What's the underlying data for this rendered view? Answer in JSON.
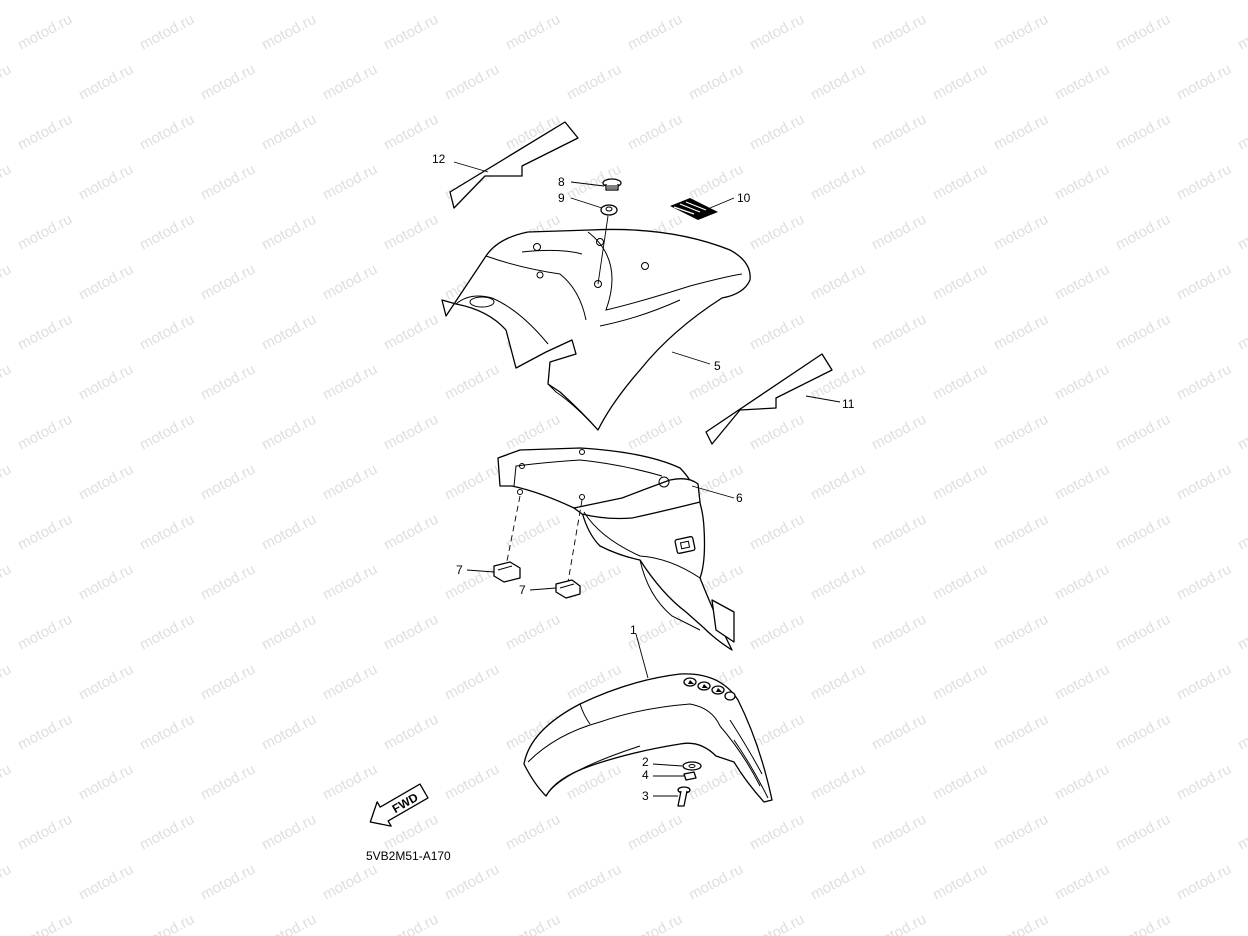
{
  "diagram": {
    "code": "5VB2M51-A170",
    "watermark": "motod.ru",
    "direction_label": "FWD",
    "callouts": [
      "1",
      "2",
      "3",
      "4",
      "5",
      "6",
      "7",
      "7",
      "8",
      "9",
      "10",
      "11",
      "12"
    ]
  }
}
